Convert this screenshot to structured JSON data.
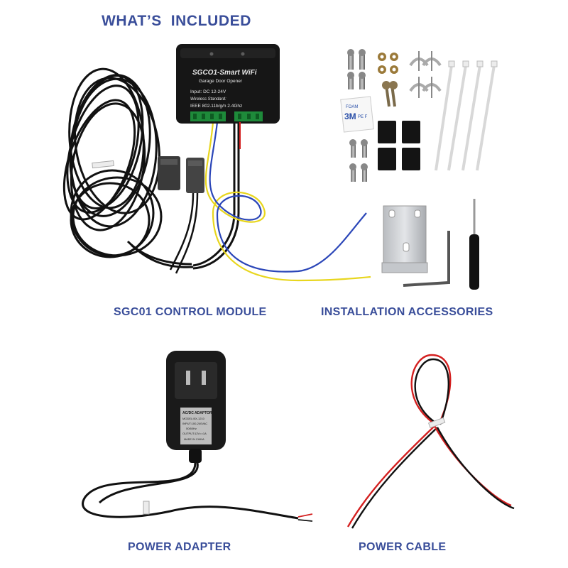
{
  "heading": "WHAT’S  INCLUDED",
  "captions": {
    "control_module": "SGC01 CONTROL MODULE",
    "accessories": "INSTALLATION ACCESSORIES",
    "power_adapter": "POWER ADAPTER",
    "power_cable": "POWER CABLE"
  },
  "module_label": {
    "name": "SGCO1-Smart WiFi",
    "subtitle": "Garage Door Opener",
    "input": "Input: DC 12-24V",
    "wireless_heading": "Wireless Standard:",
    "wireless_value": "IEEE 802.11b/g/n 2.4Ghz"
  },
  "tape_label": {
    "brand": "3M",
    "text1": "FOAM",
    "text2": "PE F"
  },
  "adapter_label": {
    "title": "AC/DC ADAPTOR",
    "model": "MODEL:BX-1210",
    "input": "INPUT:100-240VAC",
    "freq": "50/60Hz",
    "output": "OUTPUT:12V==1A",
    "origin": "MADE IN CHINA"
  },
  "colors": {
    "heading": "#3a4e9a",
    "cable": "#111111",
    "wire_yellow": "#e8d61e",
    "wire_blue": "#2b46b8",
    "wire_red": "#d42020",
    "module_body": "#161616",
    "terminal_green": "#1e8a3a"
  }
}
